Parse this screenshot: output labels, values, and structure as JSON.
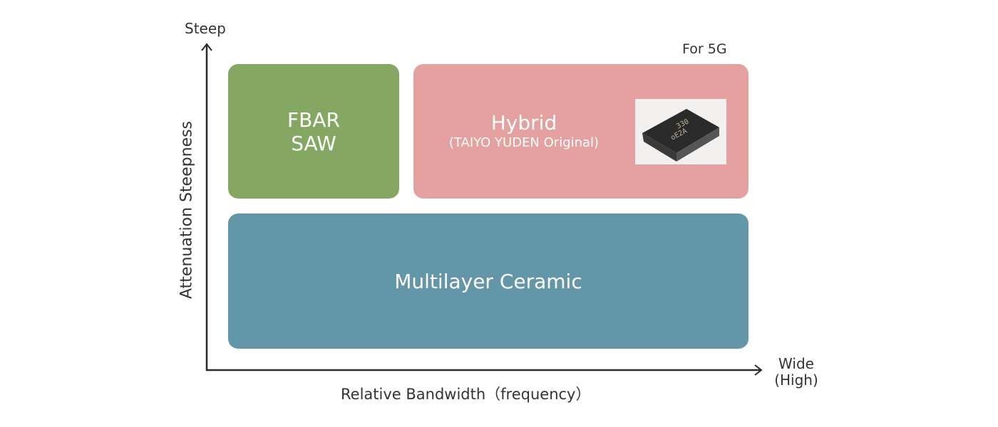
{
  "diagram": {
    "y_axis": {
      "label": "Attenuation Steepness",
      "top_label": "Steep"
    },
    "x_axis": {
      "label": "Relative Bandwidth（frequency）",
      "end_label_line1": "Wide",
      "end_label_line2": "(High)"
    },
    "annotation": "For 5G",
    "boxes": [
      {
        "id": "fbar-saw",
        "line1": "FBAR",
        "line2": "SAW",
        "color": "#84a862"
      },
      {
        "id": "hybrid",
        "line1": "Hybrid",
        "line2": "(TAIYO YUDEN Original)",
        "color": "#e5a0a0",
        "photo": {
          "marking_line1": "330",
          "marking_line2": "oE2A"
        }
      },
      {
        "id": "multilayer-ceramic",
        "line1": "Multilayer Ceramic",
        "color": "#6496aa"
      }
    ],
    "colors": {
      "axis": "#2b2b2b",
      "text": "#333333"
    }
  }
}
